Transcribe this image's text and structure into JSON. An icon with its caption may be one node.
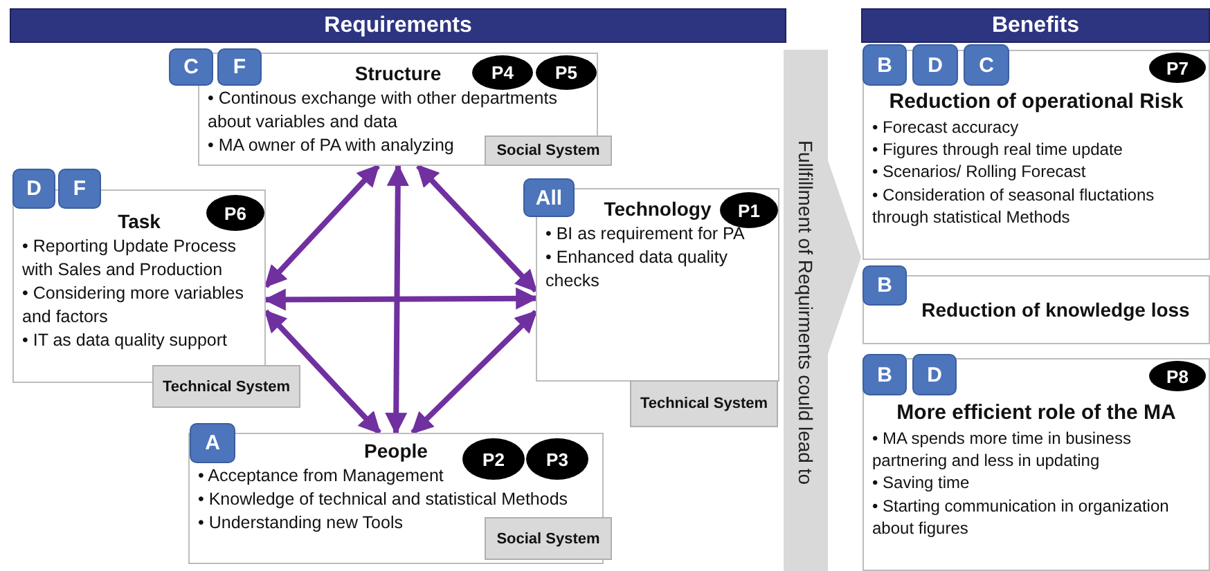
{
  "diagram": {
    "nodes": [
      {
        "text": [
          "Requirements"
        ]
      },
      {
        "text": [
          "Benefits"
        ]
      },
      {
        "text": [
          "Structure",
          "• Continous exchange with other departments about variables and data",
          "• MA owner of PA with analyzing"
        ]
      },
      {
        "text": [
          "C"
        ]
      },
      {
        "text": [
          "F"
        ]
      },
      {
        "text": [
          "P4"
        ],
        "in": 2
      },
      {
        "text": [
          "P5"
        ],
        "in": 2
      },
      {
        "text": [
          "Social System"
        ]
      },
      {
        "text": [
          "Task",
          "• Reporting Update Process with Sales and Production",
          "• Considering more variables and factors",
          "• IT as data quality support"
        ]
      },
      {
        "text": [
          "D"
        ]
      },
      {
        "text": [
          "F"
        ]
      },
      {
        "text": [
          "P6"
        ],
        "in": 8
      },
      {
        "text": [
          "Technical System"
        ]
      },
      {
        "text": [
          "Technology",
          "• BI as requirement for PA",
          "• Enhanced data quality checks"
        ]
      },
      {
        "text": [
          "All"
        ]
      },
      {
        "text": [
          "P1"
        ],
        "in": 13
      },
      {
        "text": [
          "Technical System"
        ]
      },
      {
        "text": [
          "People",
          "• Acceptance from Management",
          "• Knowledge of technical and statistical Methods",
          "• Understanding new Tools"
        ]
      },
      {
        "text": [
          "A"
        ]
      },
      {
        "text": [
          "P2"
        ],
        "in": 17
      },
      {
        "text": [
          "P3"
        ],
        "in": 17
      },
      {
        "text": [
          "Social System"
        ]
      },
      {
        "text": [
          "Fullfillment of Requirments could lead to"
        ]
      },
      {
        "text": [
          "Reduction of operational Risk",
          "• Forecast accuracy",
          "• Figures through real time update",
          "• Scenarios/ Rolling Forecast",
          "• Consideration of seasonal fluctations through statistical Methods"
        ]
      },
      {
        "text": [
          "B"
        ]
      },
      {
        "text": [
          "D"
        ]
      },
      {
        "text": [
          "C"
        ]
      },
      {
        "text": [
          "P7"
        ],
        "in": 23
      },
      {
        "text": [
          "Reduction of knowledge loss"
        ]
      },
      {
        "text": [
          "B"
        ]
      },
      {
        "text": [
          "More efficient role of the MA",
          "• MA spends more time in business partnering and less in updating",
          "• Saving time",
          "• Starting communication in organization about figures"
        ]
      },
      {
        "text": [
          "B"
        ]
      },
      {
        "text": [
          "D"
        ]
      },
      {
        "text": [
          "P8"
        ],
        "in": 30
      }
    ],
    "edges": [
      {
        "from": 2,
        "to": 8,
        "arrow": "both"
      },
      {
        "from": 2,
        "to": 17,
        "arrow": "both"
      },
      {
        "from": 2,
        "to": 13,
        "arrow": "both"
      },
      {
        "from": 8,
        "to": 13,
        "arrow": "both"
      },
      {
        "from": 8,
        "to": 17,
        "arrow": "both"
      },
      {
        "from": 13,
        "to": 17,
        "arrow": "both"
      }
    ]
  }
}
